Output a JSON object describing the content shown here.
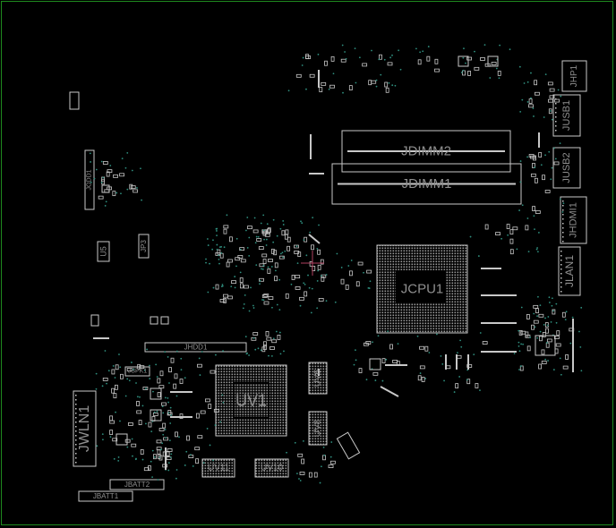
{
  "view": "boardview",
  "colors": {
    "outline": "#c8c8c8",
    "label": "#8f8f8f",
    "pin": "#2f8f7f",
    "frame": "#1f8a1f",
    "background": "#000000"
  },
  "components": {
    "jhp1": "JHP1",
    "jusb1": "JUSB1",
    "jusb2": "JUSB2",
    "jhdmi1": "JHDMI1",
    "jlan1": "JLAN1",
    "jdimm2": "JDIMM2",
    "jdimm1": "JDIMM1",
    "jcpu1": "JCPU1",
    "uv1": "UV1",
    "uv6": "UV6",
    "uv8": "UV8",
    "uv11": "UV11",
    "uv10": "UV10",
    "jwln1": "JWLN1",
    "jbatt2": "JBATT2",
    "jbatt1": "JBATT1",
    "jhdd1": "JHDD1",
    "jspk1": "JSPK1",
    "jodd1": "JODD1",
    "u5": "U5",
    "jp3": "JP3"
  }
}
